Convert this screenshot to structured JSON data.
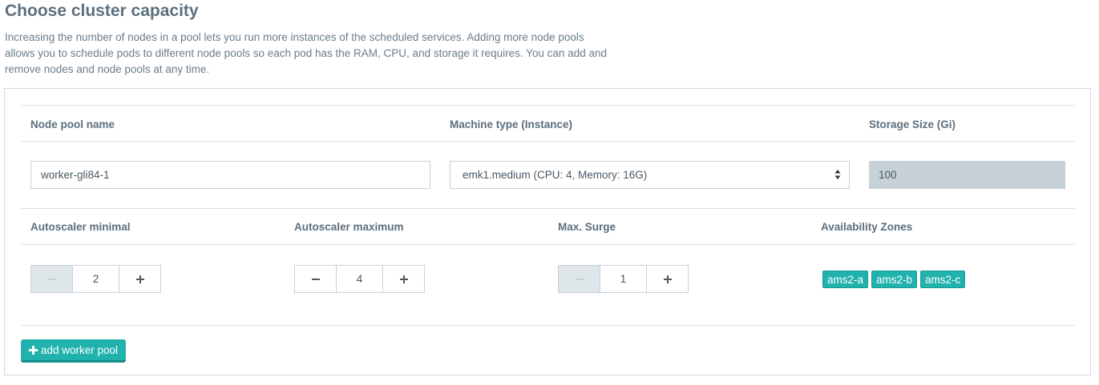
{
  "page": {
    "title": "Choose cluster capacity",
    "intro_lines": [
      "Increasing the number of nodes in a pool lets you run more instances of the scheduled services. Adding more node pools",
      "allows you to schedule pods to different node pools so each pod has the RAM, CPU, and storage it requires. You can add and",
      "remove nodes and node pools at any time."
    ]
  },
  "pool": {
    "labels": {
      "name": "Node pool name",
      "machine": "Machine type (Instance)",
      "storage": "Storage Size (Gi)",
      "autoscaler_min": "Autoscaler minimal",
      "autoscaler_max": "Autoscaler maximum",
      "max_surge": "Max. Surge",
      "zones": "Availability Zones"
    },
    "name_value": "worker-gli84-1",
    "machine_value": "emk1.medium (CPU: 4, Memory: 16G)",
    "storage_value": "100",
    "autoscaler_min": "2",
    "autoscaler_max": "4",
    "max_surge": "1",
    "zones": [
      "ams2-a",
      "ams2-b",
      "ams2-c"
    ]
  },
  "actions": {
    "add_pool_label": "add worker pool"
  },
  "colors": {
    "accent": "#22b2ad",
    "text": "#5b6f7e",
    "disabled_bg": "#dfe6ea",
    "readonly_bg": "#c7d1d8"
  }
}
